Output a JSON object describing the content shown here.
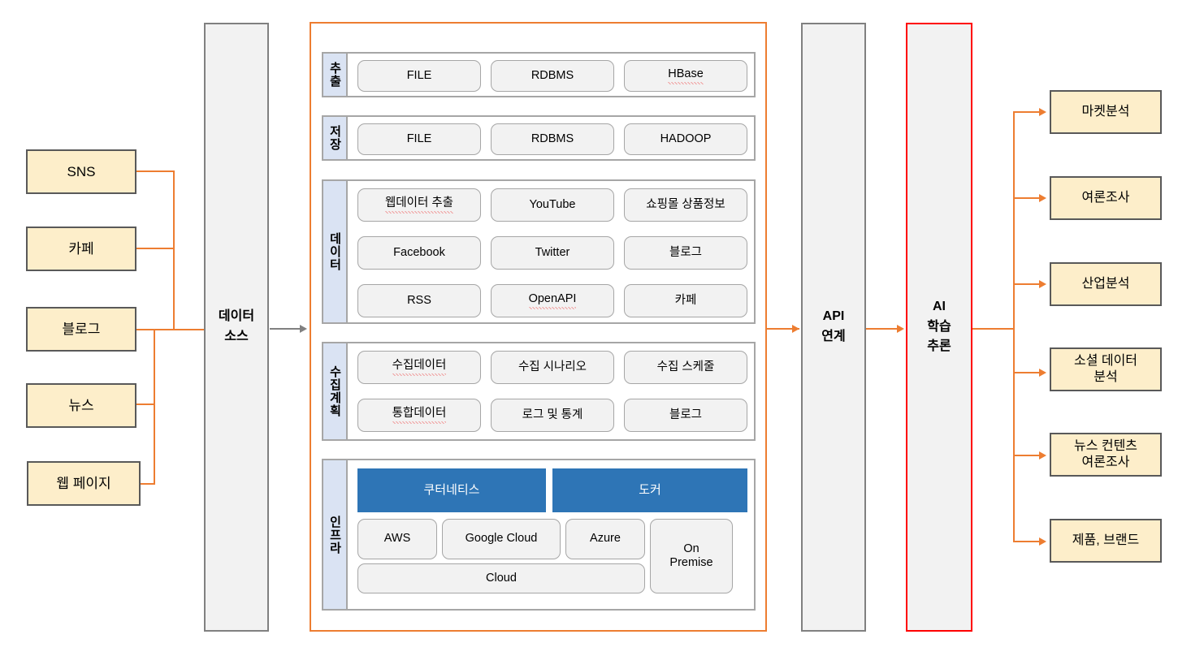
{
  "diagram": {
    "sources": [
      {
        "label": "SNS"
      },
      {
        "label": "카페"
      },
      {
        "label": "블로그"
      },
      {
        "label": "뉴스"
      },
      {
        "label": "웹 페이지"
      }
    ],
    "data_source_pillar": {
      "line1": "데이터",
      "line2": "소스"
    },
    "api_pillar": {
      "line1": "API",
      "line2": "연계"
    },
    "ai_pillar": {
      "line1": "AI",
      "line2": "학습",
      "line3": "추론",
      "border_color": "#ff0000"
    },
    "platform": {
      "accent_color": "#ed7d31",
      "groups": [
        {
          "label": "추출",
          "chips": [
            {
              "text": "FILE",
              "style": "chip"
            },
            {
              "text": "RDBMS",
              "style": "chip"
            },
            {
              "text": "HBase",
              "style": "chip",
              "spellcheck_underline": true
            }
          ]
        },
        {
          "label": "저장",
          "chips": [
            {
              "text": "FILE",
              "style": "chip"
            },
            {
              "text": "RDBMS",
              "style": "chip"
            },
            {
              "text": "HADOOP",
              "style": "chip"
            }
          ]
        },
        {
          "label": "데이터",
          "chips": [
            {
              "text": "웹데이터 추출",
              "style": "chip",
              "spellcheck_underline": true
            },
            {
              "text": "YouTube",
              "style": "chip"
            },
            {
              "text": "쇼핑몰 상품정보",
              "style": "chip"
            },
            {
              "text": "Facebook",
              "style": "chip"
            },
            {
              "text": "Twitter",
              "style": "chip"
            },
            {
              "text": "블로그",
              "style": "chip"
            },
            {
              "text": "RSS",
              "style": "chip"
            },
            {
              "text": "OpenAPI",
              "style": "chip",
              "spellcheck_underline": true
            },
            {
              "text": "카페",
              "style": "chip"
            }
          ]
        },
        {
          "label": "수집계획",
          "chips": [
            {
              "text": "수집데이터",
              "style": "chip",
              "spellcheck_underline": true
            },
            {
              "text": "수집 시나리오",
              "style": "chip"
            },
            {
              "text": "수집 스케줄",
              "style": "chip"
            },
            {
              "text": "통합데이터",
              "style": "chip",
              "spellcheck_underline": true
            },
            {
              "text": "로그 및 통계",
              "style": "chip"
            },
            {
              "text": "블로그",
              "style": "chip"
            }
          ]
        },
        {
          "label": "인프라",
          "chips": [
            {
              "text": "쿠터네티스",
              "style": "chip-blue"
            },
            {
              "text": "도커",
              "style": "chip-blue"
            },
            {
              "text": "AWS",
              "style": "chip"
            },
            {
              "text": "Google Cloud",
              "style": "chip"
            },
            {
              "text": "Azure",
              "style": "chip"
            },
            {
              "text": "On\nPremise",
              "style": "chip"
            },
            {
              "text": "Cloud",
              "style": "chip"
            }
          ]
        }
      ]
    },
    "outputs": [
      {
        "label": "마켓분석"
      },
      {
        "label": "여론조사"
      },
      {
        "label": "산업분석"
      },
      {
        "label": "소셜 데이터\n분석"
      },
      {
        "label": "뉴스 컨텐츠\n여론조사"
      },
      {
        "label": "제품, 브랜드"
      }
    ]
  }
}
